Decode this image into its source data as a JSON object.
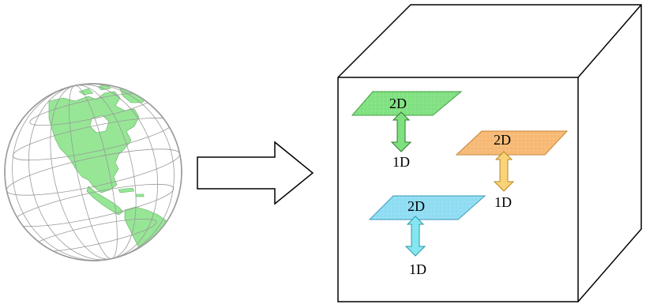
{
  "planes": [
    {
      "id": "green",
      "top_label": "2D",
      "bottom_label": "1D",
      "fill": "#7fe07f",
      "arrow_fill": "#7fe07f"
    },
    {
      "id": "orange",
      "top_label": "2D",
      "bottom_label": "1D",
      "fill": "#f6b873",
      "arrow_fill": "#f9d27a"
    },
    {
      "id": "blue",
      "top_label": "2D",
      "bottom_label": "1D",
      "fill": "#8ddcf2",
      "arrow_fill": "#86e6f0"
    }
  ],
  "colors": {
    "land": "#96e696",
    "grid": "#9a9a9a",
    "outline": "#000000"
  },
  "icons": {
    "globe": "globe-icon",
    "arrow": "right-arrow-icon",
    "cube": "cube-icon"
  }
}
